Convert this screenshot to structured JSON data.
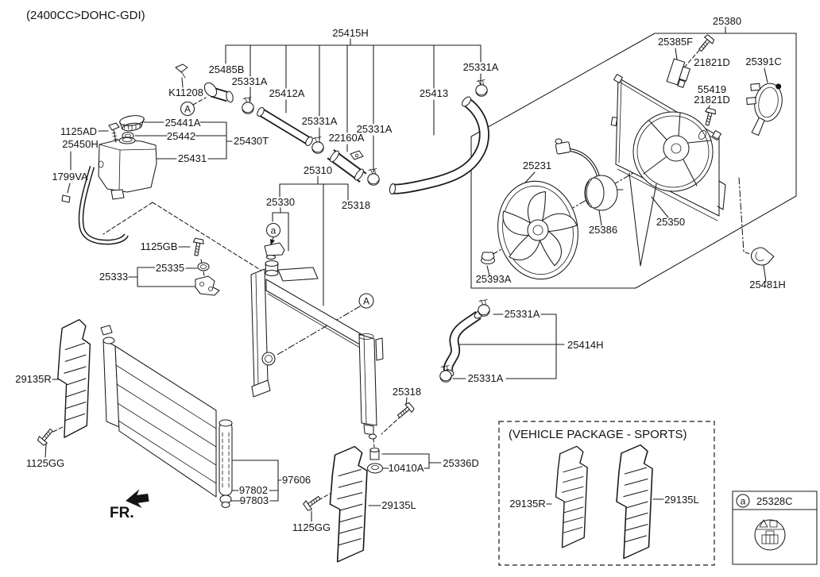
{
  "title": "(2400CC>DOHC-GDI)",
  "direction_label": "FR.",
  "markers": {
    "A": "A",
    "a": "a"
  },
  "parts": {
    "25415H": "25415H",
    "25485B": "25485B",
    "25331A": "25331A",
    "K11208": "K11208",
    "25412A": "25412A",
    "22160A": "22160A",
    "25413": "25413",
    "25310": "25310",
    "25330": "25330",
    "25318": "25318",
    "25441A": "25441A",
    "25442": "25442",
    "25430T": "25430T",
    "25431": "25431",
    "1125AD": "1125AD",
    "25450H": "25450H",
    "1799VA": "1799VA",
    "1125GB": "1125GB",
    "25335": "25335",
    "25333": "25333",
    "25380": "25380",
    "25385F": "25385F",
    "21821D": "21821D",
    "25391C": "25391C",
    "55419": "55419",
    "25231": "25231",
    "25386": "25386",
    "25350": "25350",
    "25393A": "25393A",
    "25481H": "25481H",
    "25414H": "25414H",
    "29135R": "29135R",
    "29135L": "29135L",
    "1125GG": "1125GG",
    "97606": "97606",
    "97802": "97802",
    "97803": "97803",
    "10410A": "10410A",
    "25336D": "25336D"
  },
  "sports_box": {
    "title": "(VEHICLE PACKAGE - SPORTS)",
    "left_part": "29135R",
    "right_part": "29135L"
  },
  "legend": {
    "marker": "a",
    "part": "25328C"
  },
  "colors": {
    "line": "#1a1a1a",
    "background": "#ffffff"
  }
}
